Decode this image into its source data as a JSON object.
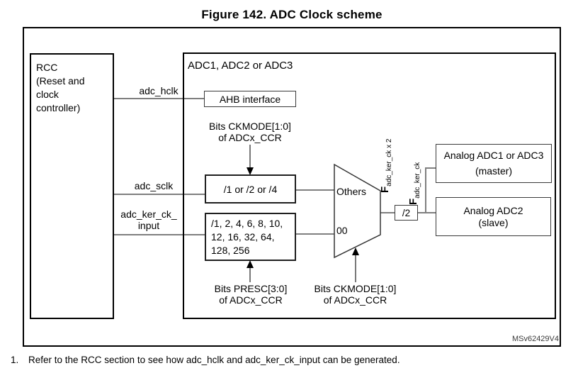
{
  "figure": {
    "title": "Figure 142. ADC Clock scheme",
    "watermark": "MSv62429V4",
    "footnote_index": "1.",
    "footnote_text": "Refer to the RCC section to see how adc_hclk and adc_ker_ck_input can be generated."
  },
  "colors": {
    "wire": "#7f7f7f",
    "border": "#000000",
    "arrow_head": "#000000"
  },
  "blocks": {
    "rcc_label": "RCC\n(Reset and\nclock\ncontroller)",
    "adc_container_label": "ADC1, ADC2 or ADC3",
    "ahb_label": "AHB interface",
    "sclk_divider_label": "/1 or /2 or /4",
    "kernel_prescaler_label": "/1, 2, 4, 6, 8, 10,\n12, 16, 32, 64,\n128, 256",
    "div2_label": "/2",
    "adc_master_line1": "Analog ADC1 or ADC3",
    "adc_master_line2": "(master)",
    "adc_slave_line1": "Analog ADC2",
    "adc_slave_line2": "(slave)"
  },
  "signals": {
    "adc_hclk": "adc_hclk",
    "adc_sclk": "adc_sclk",
    "adc_ker_ck_input": "adc_ker_ck_\ninput",
    "f_x2_base": "F",
    "f_x2_sub": "adc_ker_ck x 2",
    "f_base": "F",
    "f_sub": "adc_ker_ck"
  },
  "mux": {
    "others": "Others",
    "zero": "00"
  },
  "annotations": {
    "ckmode_top": "Bits CKMODE[1:0]\nof ADCx_CCR",
    "presc": "Bits PRESC[3:0]\nof ADCx_CCR",
    "ckmode_bottom": "Bits CKMODE[1:0]\nof ADCx_CCR"
  }
}
